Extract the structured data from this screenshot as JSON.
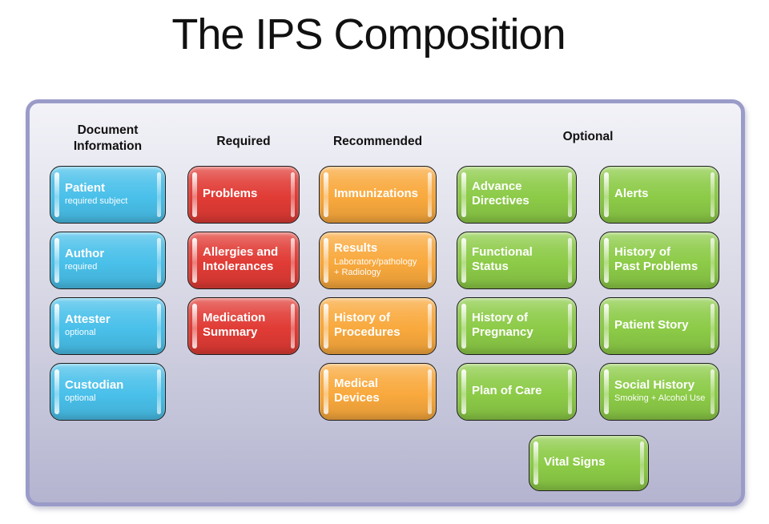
{
  "title": "The IPS Composition",
  "colors": {
    "blue": "#49c0ea",
    "red": "#e13b35",
    "orange": "#f9a93d",
    "green": "#8ccb47",
    "panel-top": "#f2f2f8",
    "panel-bottom": "#b4b4d0",
    "panel-border": "#9b9bc9"
  },
  "columns": [
    {
      "header": "Document Information",
      "boxes": [
        {
          "label": "Patient",
          "sublabel": "required subject"
        },
        {
          "label": "Author",
          "sublabel": "required"
        },
        {
          "label": "Attester",
          "sublabel": "optional"
        },
        {
          "label": "Custodian",
          "sublabel": "optional"
        }
      ]
    },
    {
      "header": "Required",
      "boxes": [
        {
          "label": "Problems"
        },
        {
          "label": "Allergies and\nIntolerances"
        },
        {
          "label": "Medication\nSummary"
        }
      ]
    },
    {
      "header": "Recommended",
      "boxes": [
        {
          "label": "Immunizations"
        },
        {
          "label": "Results",
          "sublabel": "Laboratory/pathology\n+ Radiology"
        },
        {
          "label": "History of\nProcedures"
        },
        {
          "label": "Medical\nDevices"
        }
      ]
    },
    {
      "header": "Optional",
      "subcolumns": [
        [
          {
            "label": "Advance\nDirectives"
          },
          {
            "label": "Functional\nStatus"
          },
          {
            "label": "History of\nPregnancy"
          },
          {
            "label": "Plan of Care"
          }
        ],
        [
          {
            "label": "Alerts"
          },
          {
            "label": "History of\nPast Problems"
          },
          {
            "label": "Patient Story"
          },
          {
            "label": "Social History",
            "sublabel": "Smoking + Alcohol Use"
          }
        ]
      ],
      "bottom_box": {
        "label": "Vital Signs"
      }
    }
  ]
}
